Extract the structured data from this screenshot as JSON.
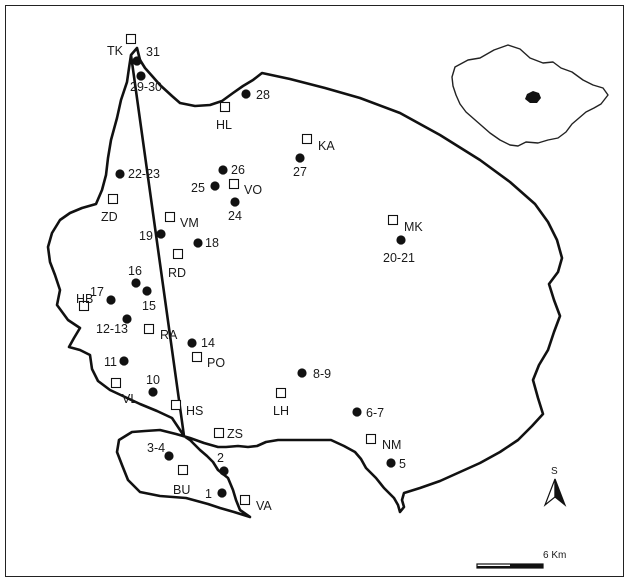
{
  "colors": {
    "ink": "#111111",
    "background": "#ffffff"
  },
  "region": {
    "name_shown": false
  },
  "sites_filled": [
    {
      "label": "31",
      "icon": "filled-circle"
    },
    {
      "label": "29-30",
      "icon": "filled-circle"
    },
    {
      "label": "28",
      "icon": "filled-circle"
    },
    {
      "label": "26",
      "icon": "filled-circle"
    },
    {
      "label": "25",
      "icon": "filled-circle"
    },
    {
      "label": "24",
      "icon": "filled-circle"
    },
    {
      "label": "27",
      "icon": "filled-circle"
    },
    {
      "label": "22-23",
      "icon": "filled-circle"
    },
    {
      "label": "19",
      "icon": "filled-circle"
    },
    {
      "label": "18",
      "icon": "filled-circle"
    },
    {
      "label": "20-21",
      "icon": "filled-circle"
    },
    {
      "label": "16",
      "icon": "filled-circle"
    },
    {
      "label": "17",
      "icon": "filled-circle"
    },
    {
      "label": "15",
      "icon": "filled-circle"
    },
    {
      "label": "12-13",
      "icon": "filled-circle"
    },
    {
      "label": "14",
      "icon": "filled-circle"
    },
    {
      "label": "11",
      "icon": "filled-circle"
    },
    {
      "label": "10",
      "icon": "filled-circle"
    },
    {
      "label": "8-9",
      "icon": "filled-circle"
    },
    {
      "label": "6-7",
      "icon": "filled-circle"
    },
    {
      "label": "5",
      "icon": "filled-circle"
    },
    {
      "label": "3-4",
      "icon": "filled-circle"
    },
    {
      "label": "2",
      "icon": "filled-circle"
    },
    {
      "label": "1",
      "icon": "filled-circle"
    }
  ],
  "towns_open": [
    {
      "label": "TK",
      "icon": "open-square"
    },
    {
      "label": "HL",
      "icon": "open-square"
    },
    {
      "label": "KA",
      "icon": "open-square"
    },
    {
      "label": "VO",
      "icon": "open-square"
    },
    {
      "label": "ZD",
      "icon": "open-square"
    },
    {
      "label": "VM",
      "icon": "open-square"
    },
    {
      "label": "MK",
      "icon": "open-square"
    },
    {
      "label": "RD",
      "icon": "open-square"
    },
    {
      "label": "HB",
      "icon": "open-square"
    },
    {
      "label": "RA",
      "icon": "open-square"
    },
    {
      "label": "PO",
      "icon": "open-square"
    },
    {
      "label": "VL",
      "icon": "open-square"
    },
    {
      "label": "HS",
      "icon": "open-square"
    },
    {
      "label": "LH",
      "icon": "open-square"
    },
    {
      "label": "ZS",
      "icon": "open-square"
    },
    {
      "label": "NM",
      "icon": "open-square"
    },
    {
      "label": "BU",
      "icon": "open-square"
    },
    {
      "label": "VA",
      "icon": "open-square"
    }
  ],
  "north_arrow": {
    "label": "S",
    "icon": "north-arrow-icon"
  },
  "scale_bar": {
    "label": "6 Km"
  },
  "inset": {
    "icon": "country-outline-inset"
  }
}
